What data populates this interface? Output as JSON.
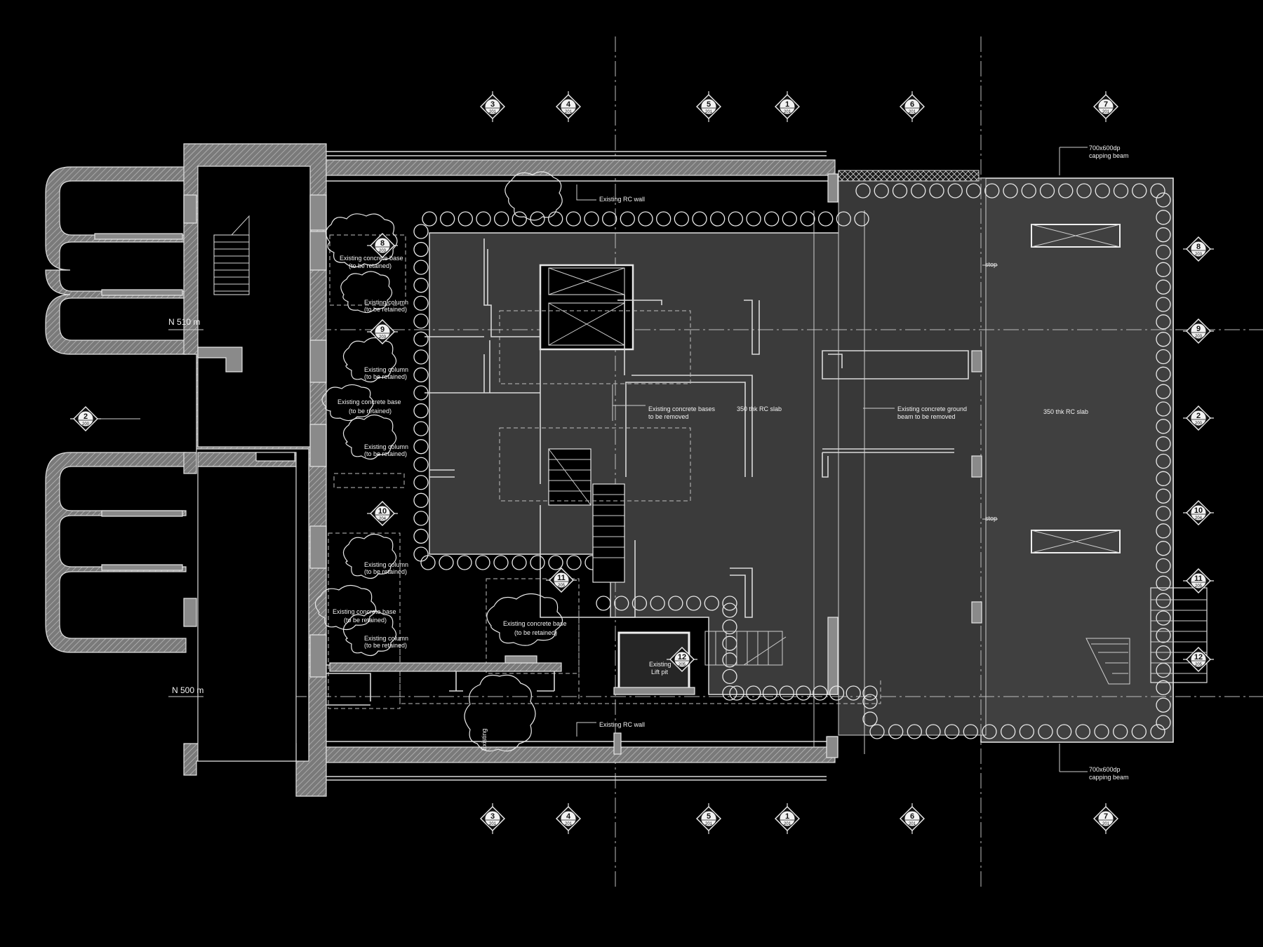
{
  "plan": {
    "levels": [
      {
        "id": "lvl-510",
        "text": "N 510 m"
      },
      {
        "id": "lvl-500",
        "text": "N 500 m"
      }
    ],
    "notes": [
      {
        "id": "n1",
        "lines": [
          "Existing RC wall"
        ]
      },
      {
        "id": "n2",
        "lines": [
          "Existing RC wall"
        ]
      },
      {
        "id": "n3",
        "lines": [
          "Existing concrete base",
          "(to be retained)"
        ]
      },
      {
        "id": "n4",
        "lines": [
          "Existing column",
          "(to be retained)"
        ]
      },
      {
        "id": "n5",
        "lines": [
          "Existing column",
          "(to be retained)"
        ]
      },
      {
        "id": "n6",
        "lines": [
          "Existing concrete base",
          "(to be retained)"
        ]
      },
      {
        "id": "n7",
        "lines": [
          "Existing column",
          "(to be retained)"
        ]
      },
      {
        "id": "n8",
        "lines": [
          "Existing column",
          "(to be retained)"
        ]
      },
      {
        "id": "n9",
        "lines": [
          "Existing concrete base",
          "(to be retained)"
        ]
      },
      {
        "id": "n10",
        "lines": [
          "Existing column",
          "(to be retained)"
        ]
      },
      {
        "id": "n11",
        "lines": [
          "Existing concrete base",
          "(to be retained)"
        ]
      },
      {
        "id": "n12",
        "lines": [
          "Existing concrete bases",
          "to be removed"
        ]
      },
      {
        "id": "n13",
        "lines": [
          "350 thk RC slab"
        ]
      },
      {
        "id": "n14",
        "lines": [
          "Existing concrete ground",
          "beam to be removed"
        ]
      },
      {
        "id": "n15",
        "lines": [
          "350 thk RC slab"
        ]
      },
      {
        "id": "n16",
        "lines": [
          "700x600dp",
          "capping beam"
        ]
      },
      {
        "id": "n17",
        "lines": [
          "700x600dp",
          "capping beam"
        ]
      },
      {
        "id": "n18",
        "lines": [
          "Existing",
          "Lift pit"
        ]
      },
      {
        "id": "n19",
        "lines": [
          "stop"
        ]
      },
      {
        "id": "n20",
        "lines": [
          "stop"
        ]
      },
      {
        "id": "n21",
        "lines": [
          "Existing"
        ]
      }
    ],
    "section_tags": [
      {
        "id": "t-top-3",
        "num": "3",
        "sheet": "201"
      },
      {
        "id": "t-top-4",
        "num": "4",
        "sheet": "201"
      },
      {
        "id": "t-top-5",
        "num": "5",
        "sheet": "201"
      },
      {
        "id": "t-top-1",
        "num": "1",
        "sheet": "201"
      },
      {
        "id": "t-top-6",
        "num": "6",
        "sheet": "201"
      },
      {
        "id": "t-top-7",
        "num": "7",
        "sheet": "201"
      },
      {
        "id": "t-bot-3",
        "num": "3",
        "sheet": "201"
      },
      {
        "id": "t-bot-4",
        "num": "4",
        "sheet": "201"
      },
      {
        "id": "t-bot-5",
        "num": "5",
        "sheet": "201"
      },
      {
        "id": "t-bot-1",
        "num": "1",
        "sheet": "201"
      },
      {
        "id": "t-bot-6",
        "num": "6",
        "sheet": "201"
      },
      {
        "id": "t-bot-7",
        "num": "7",
        "sheet": "201"
      },
      {
        "id": "t-r-8",
        "num": "8",
        "sheet": "203"
      },
      {
        "id": "t-r-9",
        "num": "9",
        "sheet": "203"
      },
      {
        "id": "t-r-2",
        "num": "2",
        "sheet": "200"
      },
      {
        "id": "t-r-10",
        "num": "10",
        "sheet": "204"
      },
      {
        "id": "t-r-11",
        "num": "11",
        "sheet": "205"
      },
      {
        "id": "t-r-12",
        "num": "12",
        "sheet": "205"
      },
      {
        "id": "t-l-2",
        "num": "2",
        "sheet": "200"
      },
      {
        "id": "t-i-8",
        "num": "8",
        "sheet": "203"
      },
      {
        "id": "t-i-9",
        "num": "9",
        "sheet": "203"
      },
      {
        "id": "t-i-10",
        "num": "10",
        "sheet": "204"
      },
      {
        "id": "t-i-11",
        "num": "11",
        "sheet": "205"
      },
      {
        "id": "t-i-12",
        "num": "12",
        "sheet": "205"
      }
    ]
  },
  "colors": {
    "background": "#000000",
    "slab": "#3a3a3a",
    "linework": "#d9d9d9"
  }
}
